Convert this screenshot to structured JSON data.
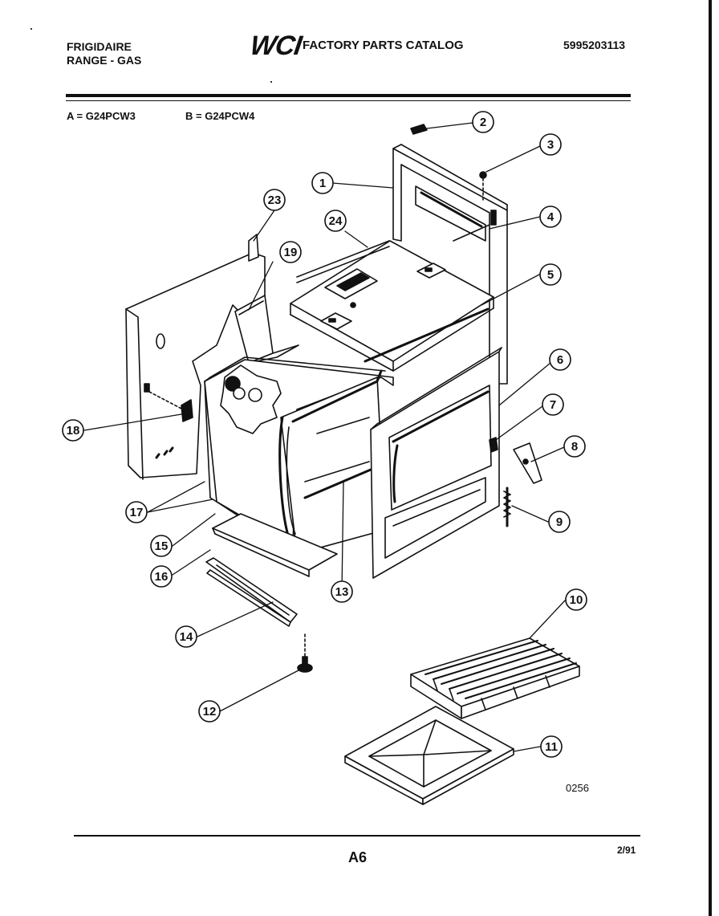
{
  "header": {
    "brand_line1": "FRIGIDAIRE",
    "brand_line2": "RANGE - GAS",
    "logo": "WCI",
    "catalog_title": "FACTORY PARTS CATALOG",
    "part_number": "5995203113"
  },
  "models": {
    "a": "A = G24PCW3",
    "b": "B = G24PCW4"
  },
  "callouts": [
    "1",
    "2",
    "3",
    "4",
    "5",
    "6",
    "7",
    "8",
    "9",
    "10",
    "11",
    "12",
    "13",
    "14",
    "15",
    "16",
    "17",
    "18",
    "19",
    "23",
    "24"
  ],
  "diagram_code": "0256",
  "footer": {
    "page": "A6",
    "date": "2/91"
  }
}
